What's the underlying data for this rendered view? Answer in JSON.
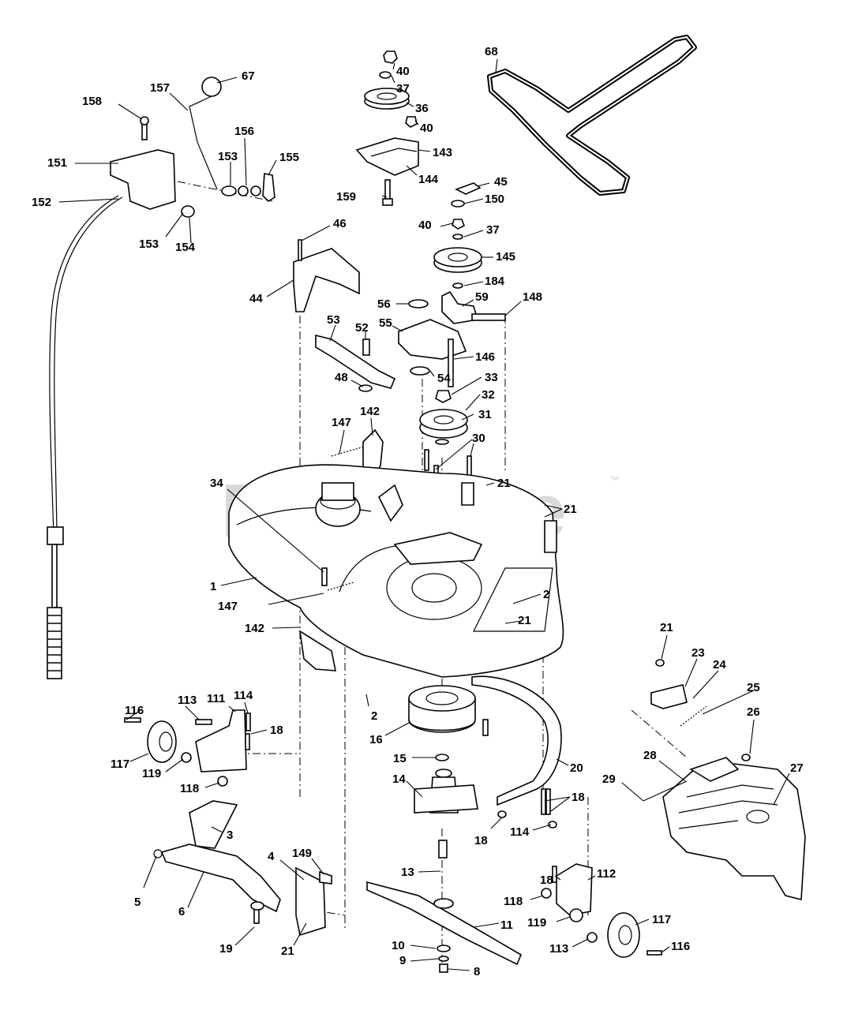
{
  "watermark": {
    "text": "PartsTree",
    "trademark": "™"
  },
  "callouts": [
    {
      "id": "c-40a",
      "text": "40"
    },
    {
      "id": "c-37a",
      "text": "37"
    },
    {
      "id": "c-36",
      "text": "36"
    },
    {
      "id": "c-40b",
      "text": "40"
    },
    {
      "id": "c-143",
      "text": "143"
    },
    {
      "id": "c-144",
      "text": "144"
    },
    {
      "id": "c-159",
      "text": "159"
    },
    {
      "id": "c-68",
      "text": "68"
    },
    {
      "id": "c-67",
      "text": "67"
    },
    {
      "id": "c-157",
      "text": "157"
    },
    {
      "id": "c-158",
      "text": "158"
    },
    {
      "id": "c-156",
      "text": "156"
    },
    {
      "id": "c-153a",
      "text": "153"
    },
    {
      "id": "c-155",
      "text": "155"
    },
    {
      "id": "c-151",
      "text": "151"
    },
    {
      "id": "c-152",
      "text": "152"
    },
    {
      "id": "c-153b",
      "text": "153"
    },
    {
      "id": "c-154",
      "text": "154"
    },
    {
      "id": "c-45",
      "text": "45"
    },
    {
      "id": "c-150",
      "text": "150"
    },
    {
      "id": "c-40c",
      "text": "40"
    },
    {
      "id": "c-37b",
      "text": "37"
    },
    {
      "id": "c-46",
      "text": "46"
    },
    {
      "id": "c-145",
      "text": "145"
    },
    {
      "id": "c-184",
      "text": "184"
    },
    {
      "id": "c-44",
      "text": "44"
    },
    {
      "id": "c-56",
      "text": "56"
    },
    {
      "id": "c-59",
      "text": "59"
    },
    {
      "id": "c-148",
      "text": "148"
    },
    {
      "id": "c-53",
      "text": "53"
    },
    {
      "id": "c-52",
      "text": "52"
    },
    {
      "id": "c-55",
      "text": "55"
    },
    {
      "id": "c-146",
      "text": "146"
    },
    {
      "id": "c-48",
      "text": "48"
    },
    {
      "id": "c-54",
      "text": "54"
    },
    {
      "id": "c-33",
      "text": "33"
    },
    {
      "id": "c-32",
      "text": "32"
    },
    {
      "id": "c-147a",
      "text": "147"
    },
    {
      "id": "c-142a",
      "text": "142"
    },
    {
      "id": "c-31",
      "text": "31"
    },
    {
      "id": "c-30",
      "text": "30"
    },
    {
      "id": "c-21a",
      "text": "21"
    },
    {
      "id": "c-34",
      "text": "34"
    },
    {
      "id": "c-21b",
      "text": "21"
    },
    {
      "id": "c-1",
      "text": "1"
    },
    {
      "id": "c-147b",
      "text": "147"
    },
    {
      "id": "c-2a",
      "text": "2"
    },
    {
      "id": "c-21c",
      "text": "21"
    },
    {
      "id": "c-142b",
      "text": "142"
    },
    {
      "id": "c-21d",
      "text": "21"
    },
    {
      "id": "c-23",
      "text": "23"
    },
    {
      "id": "c-24",
      "text": "24"
    },
    {
      "id": "c-25",
      "text": "25"
    },
    {
      "id": "c-26",
      "text": "26"
    },
    {
      "id": "c-114a",
      "text": "114"
    },
    {
      "id": "c-116a",
      "text": "116"
    },
    {
      "id": "c-113a",
      "text": "113"
    },
    {
      "id": "c-111",
      "text": "111"
    },
    {
      "id": "c-18a",
      "text": "18"
    },
    {
      "id": "c-2b",
      "text": "2"
    },
    {
      "id": "c-16",
      "text": "16"
    },
    {
      "id": "c-117a",
      "text": "117"
    },
    {
      "id": "c-119a",
      "text": "119"
    },
    {
      "id": "c-118a",
      "text": "118"
    },
    {
      "id": "c-15",
      "text": "15"
    },
    {
      "id": "c-20",
      "text": "20"
    },
    {
      "id": "c-28",
      "text": "28"
    },
    {
      "id": "c-27",
      "text": "27"
    },
    {
      "id": "c-29",
      "text": "29"
    },
    {
      "id": "c-14",
      "text": "14"
    },
    {
      "id": "c-18b",
      "text": "18"
    },
    {
      "id": "c-18c",
      "text": "18"
    },
    {
      "id": "c-114b",
      "text": "114"
    },
    {
      "id": "c-3",
      "text": "3"
    },
    {
      "id": "c-4",
      "text": "4"
    },
    {
      "id": "c-149",
      "text": "149"
    },
    {
      "id": "c-5",
      "text": "5"
    },
    {
      "id": "c-6",
      "text": "6"
    },
    {
      "id": "c-13",
      "text": "13"
    },
    {
      "id": "c-112",
      "text": "112"
    },
    {
      "id": "c-18d",
      "text": "18"
    },
    {
      "id": "c-118b",
      "text": "118"
    },
    {
      "id": "c-11",
      "text": "11"
    },
    {
      "id": "c-119b",
      "text": "119"
    },
    {
      "id": "c-117b",
      "text": "117"
    },
    {
      "id": "c-19",
      "text": "19"
    },
    {
      "id": "c-21e",
      "text": "21"
    },
    {
      "id": "c-10",
      "text": "10"
    },
    {
      "id": "c-113b",
      "text": "113"
    },
    {
      "id": "c-116b",
      "text": "116"
    },
    {
      "id": "c-9",
      "text": "9"
    },
    {
      "id": "c-8",
      "text": "8"
    }
  ]
}
